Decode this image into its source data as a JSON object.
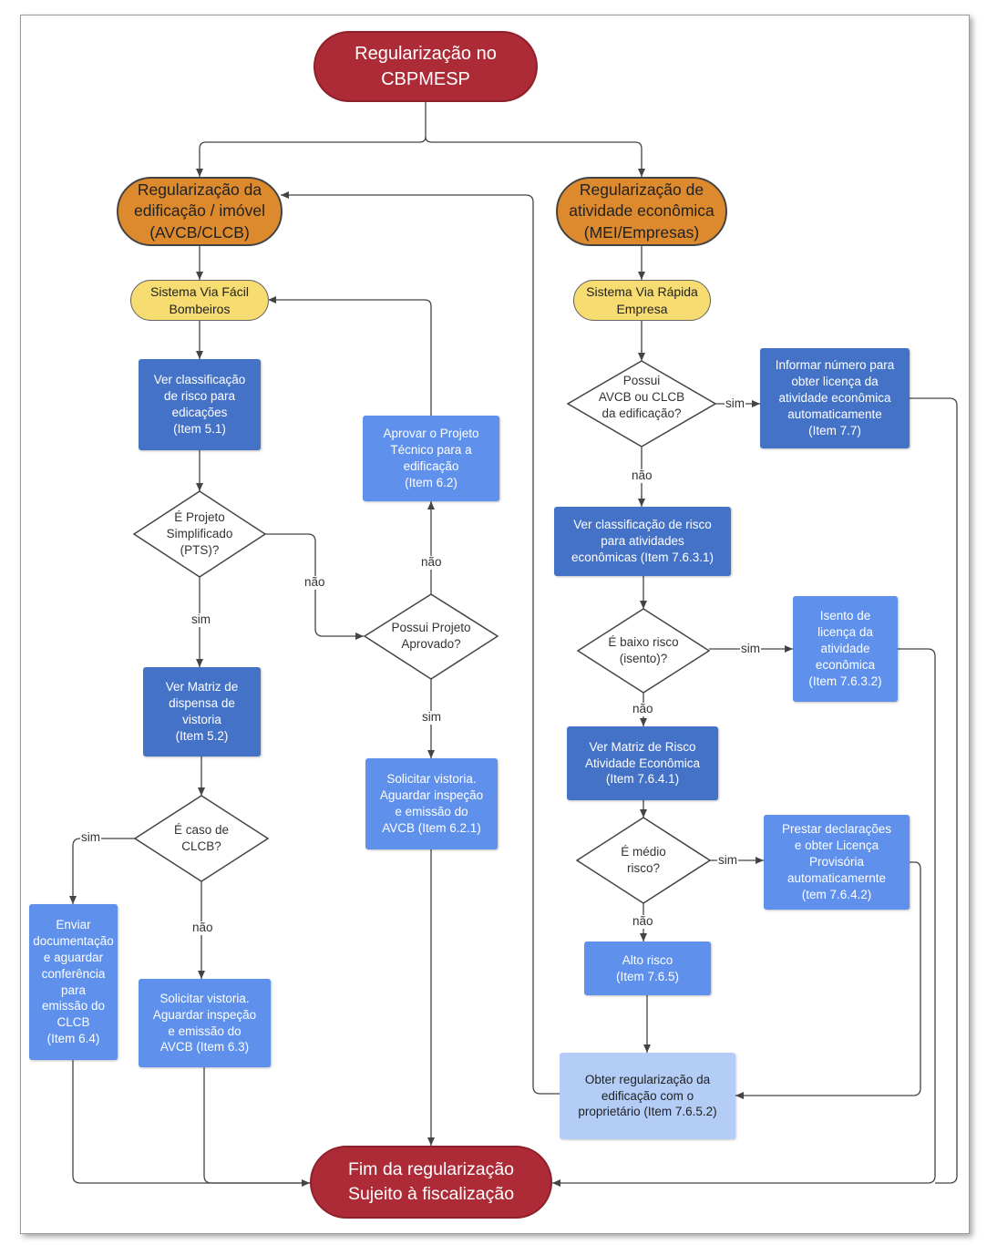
{
  "start": "Regularização no\nCBPMESP",
  "branch_left": "Regularização da\nedificação / imóvel\n(AVCB/CLCB)",
  "branch_right": "Regularização de\natividade econômica\n(MEI/Empresas)",
  "system_left": "Sistema Via Fácil\nBombeiros",
  "system_right": "Sistema Via Rápida\nEmpresa",
  "left": {
    "classificacao": "Ver classificação\nde risco para\nedicações\n(Item 5.1)",
    "q_pts": "É Projeto\nSimplificado\n(PTS)?",
    "matriz": "Ver Matriz de\ndispensa de\nvistoria\n(Item 5.2)",
    "q_clcb": "É caso de\nCLCB?",
    "enviar": "Enviar\ndocumentação\ne aguardar\nconferência\npara\nemissão do\nCLCB\n(Item 6.4)",
    "vistoria_63": "Solicitar vistoria.\nAguardar inspeção\ne emissão do\nAVCB (Item 6.3)",
    "q_projeto": "Possui Projeto\nAprovado?",
    "aprovar": "Aprovar o Projeto\nTécnico para a\nedificação\n(Item 6.2)",
    "vistoria_621": "Solicitar vistoria.\nAguardar inspeção\ne emissão do\nAVCB (Item 6.2.1)"
  },
  "right": {
    "q_avcb": "Possui\nAVCB ou CLCB\nda edificação?",
    "informar": "Informar número para\nobter licença da\natividade econômica\nautomaticamente\n(Item 7.7)",
    "classificacao": "Ver  classificação de risco\npara atividades\neconômicas (Item 7.6.3.1)",
    "q_baixo": "É baixo risco\n(isento)?",
    "isento": "Isento de\nlicença da\natividade\neconômica\n(Item 7.6.3.2)",
    "matriz": "Ver  Matriz de Risco\nAtividade Econômica\n(Item 7.6.4.1)",
    "q_medio": "É médio\nrisco?",
    "prestar": "Prestar declarações\ne obter Licença\nProvisória\nautomaticamernte\n(tem 7.6.4.2)",
    "alto": "Alto risco\n(Item 7.6.5)",
    "obter": "Obter regularização da\nedificação com o\nproprietário  (Item 7.6.5.2)"
  },
  "end": "Fim da regularização\nSujeito à fiscalização",
  "edge_labels": {
    "sim": "sim",
    "nao": "não"
  },
  "colors": {
    "red": "#ad2b37",
    "orange": "#dd8a2e",
    "yellow": "#f7dc72",
    "dark_blue": "#4472c7",
    "mid_blue": "#5e90ec",
    "light_blue": "#b3cdf7",
    "line": "#444444"
  }
}
